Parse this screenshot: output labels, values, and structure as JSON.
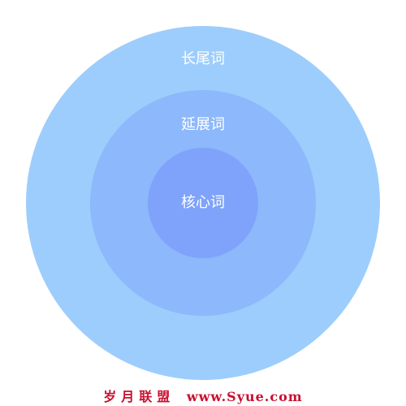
{
  "colors": {
    "outer": "#9dcdfc",
    "middle": "#8db8fb",
    "inner": "#7fa3fa",
    "label": "#ffffff",
    "watermark": "#c8102e"
  },
  "rings": {
    "outer": {
      "label": "长尾词"
    },
    "middle": {
      "label": "延展词"
    },
    "inner": {
      "label": "核心词"
    }
  },
  "watermark": {
    "brand": "岁月联盟",
    "site": "www.Syue.com"
  }
}
